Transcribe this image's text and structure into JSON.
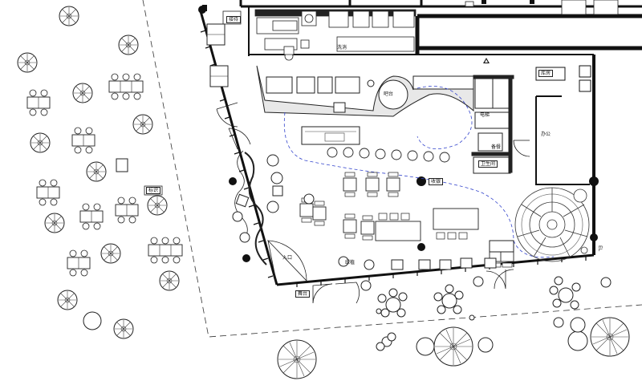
{
  "labels": {
    "bar_counter": "吧台",
    "entrance": "入口",
    "cashier": "收银",
    "reception": "接待",
    "storage": "库房",
    "toilet": "卫生间",
    "office": "办公",
    "outdoor_sign": "标识",
    "stage_tag": "舞台",
    "prep": "备餐",
    "washing": "洗消",
    "elevator": "电梯",
    "plant_box": "绿植",
    "right_mark": "EL"
  }
}
